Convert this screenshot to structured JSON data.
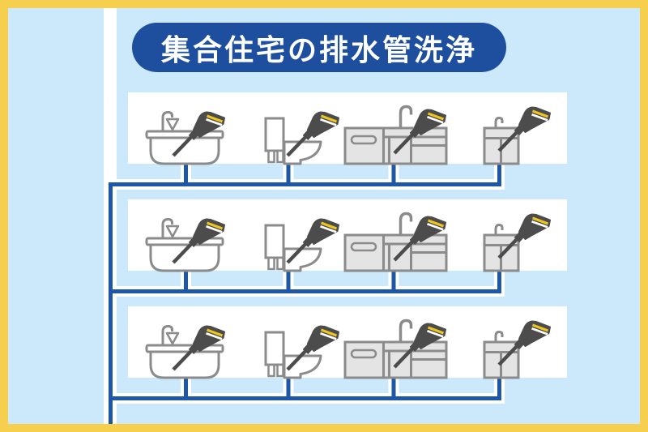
{
  "title": {
    "text": "集合住宅の排水管洗浄"
  },
  "colors": {
    "border_yellow": "#f6cf4f",
    "background_blue": "#cbe9fb",
    "panel_white": "#ffffff",
    "title_pill_blue": "#1d4f9e",
    "pipe_blue": "#1e57a5",
    "fixture_outline_gray": "#8b8b8b",
    "fixture_fill_gray": "#e4e4e4",
    "gun_body_gray": "#4c4c4c",
    "gun_accent_yellow": "#eec61e"
  },
  "diagram": {
    "floor_count": 3,
    "fixtures_per_floor": [
      "bathtub-with-shower",
      "toilet",
      "kitchen-sink",
      "washbasin"
    ],
    "icons": [
      "bathtub-icon",
      "toilet-icon",
      "kitchen-sink-icon",
      "washbasin-icon",
      "pressure-washer-gun-icon",
      "drain-pipe-network"
    ]
  }
}
